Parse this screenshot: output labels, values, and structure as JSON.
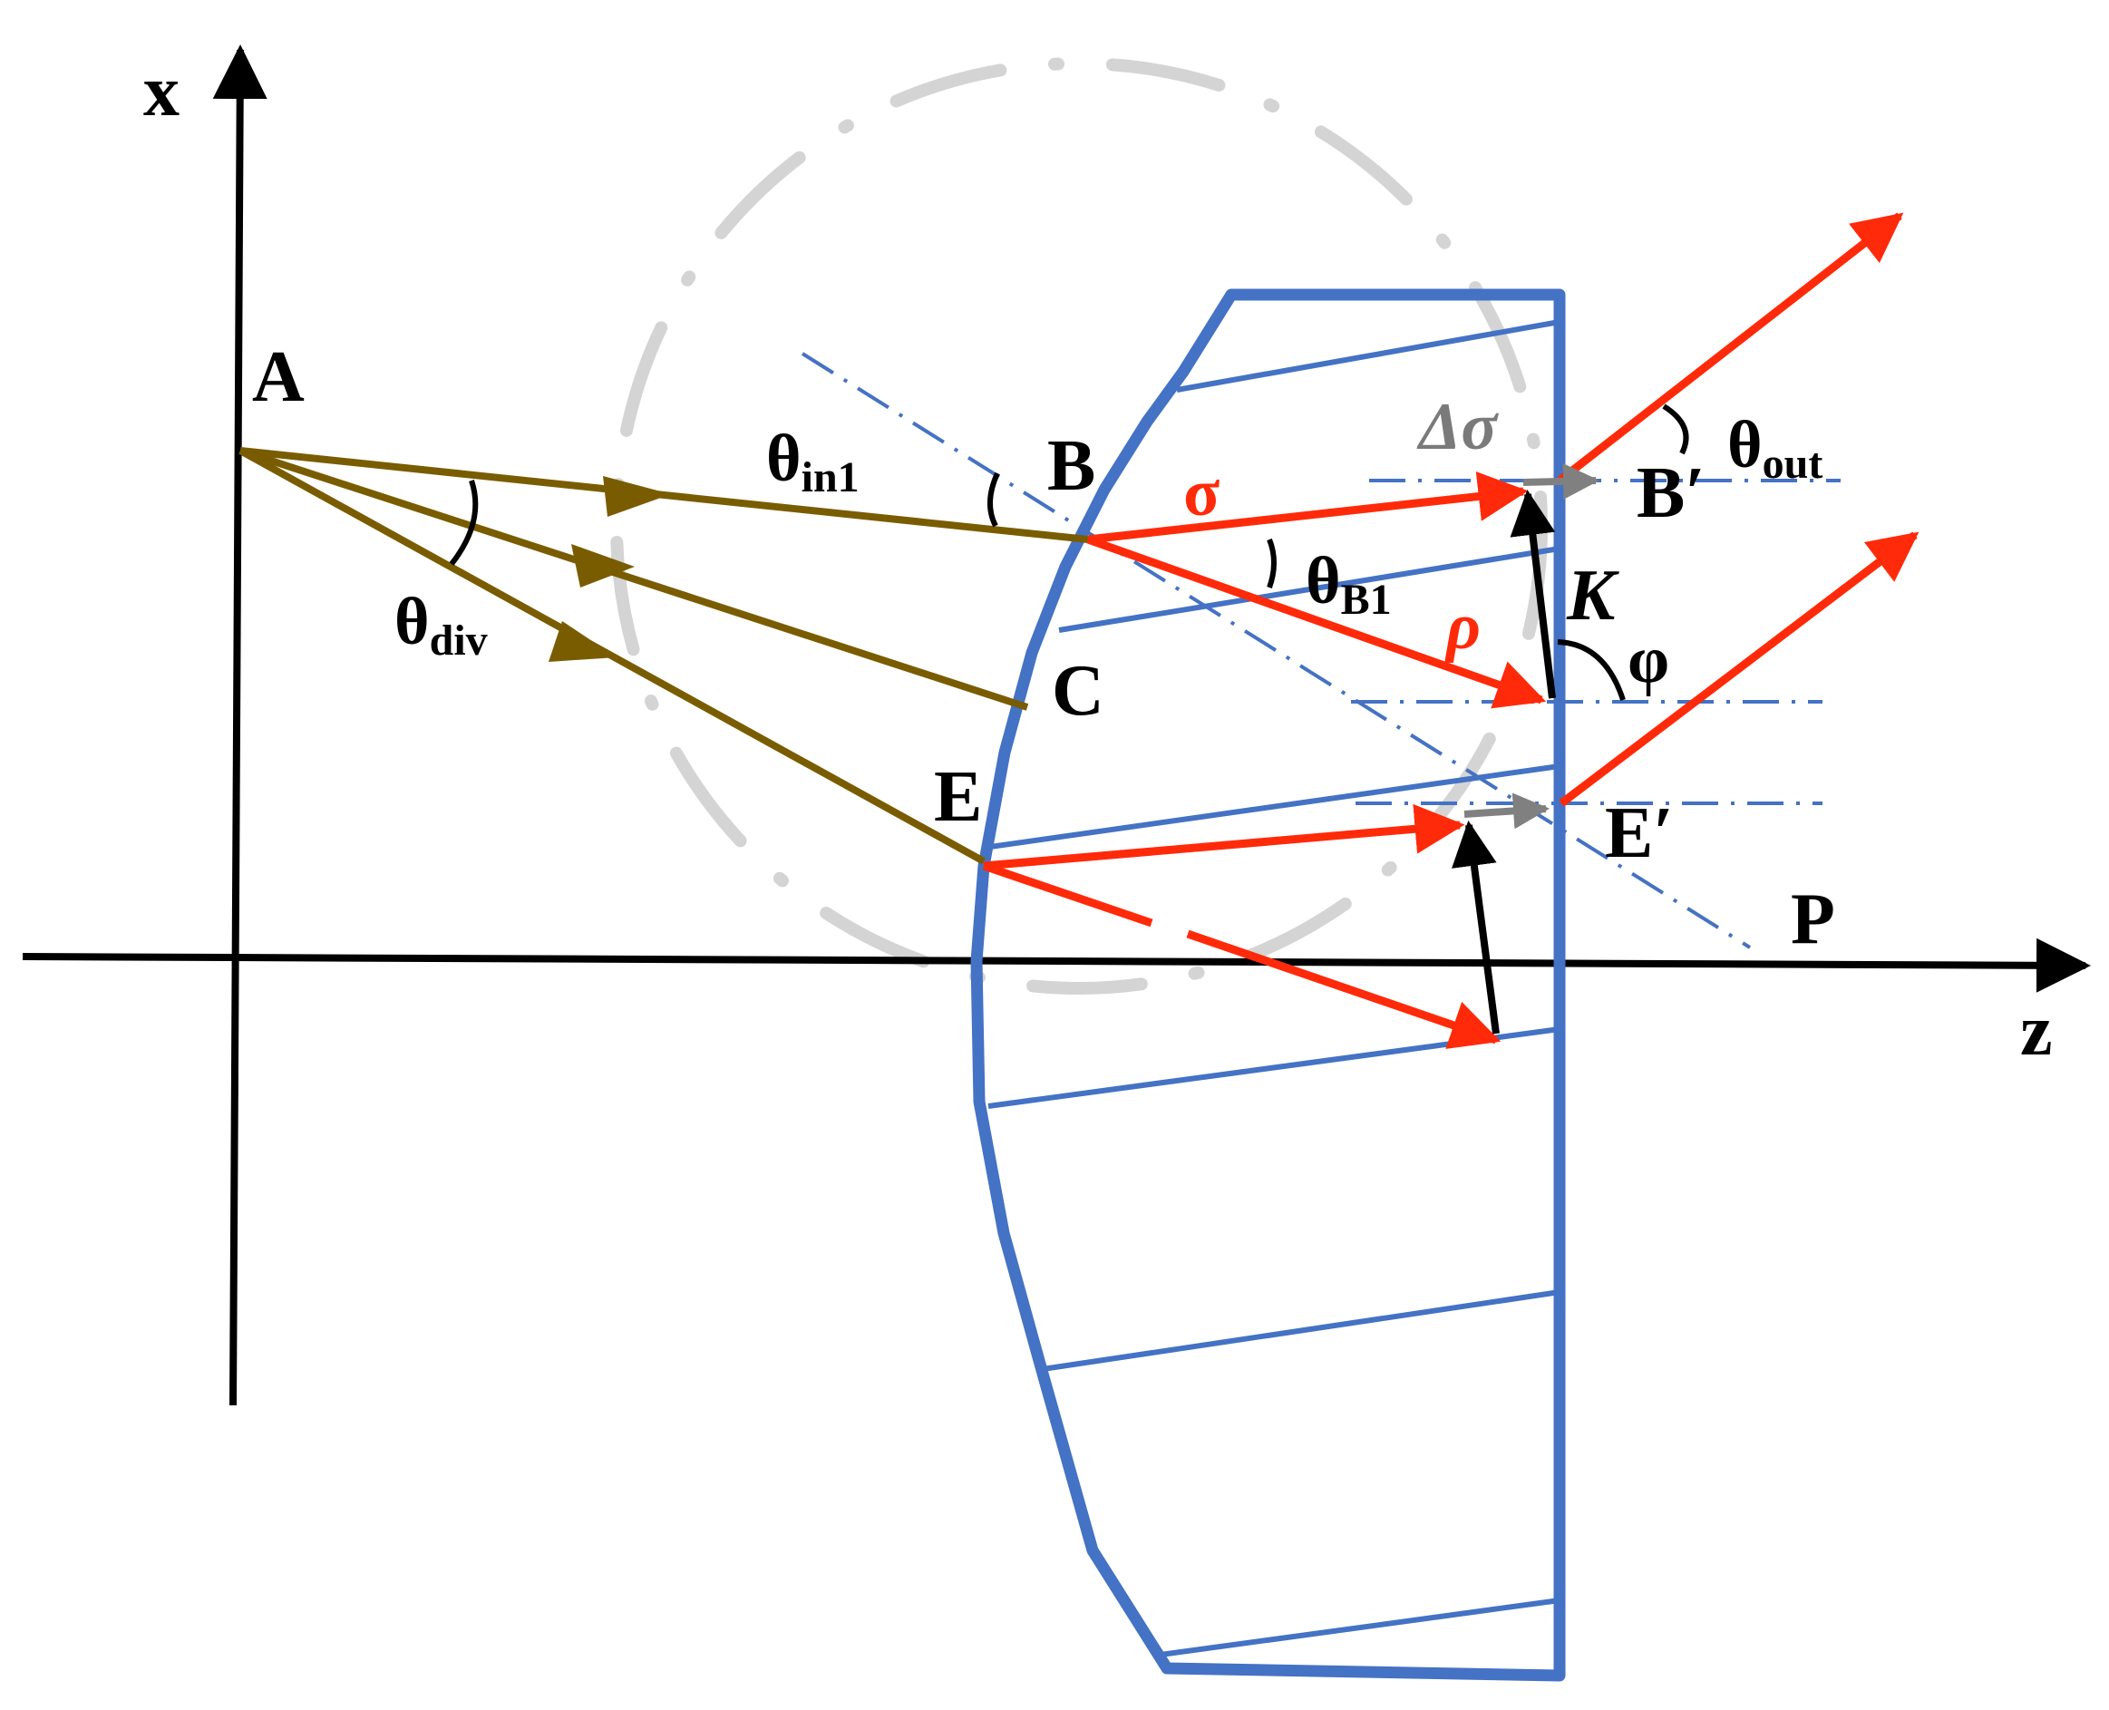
{
  "labels": {
    "x_axis": "x",
    "z_axis": "z",
    "point_a": "A",
    "point_b": "B",
    "point_c": "C",
    "point_e": "E",
    "point_b_prime": "B′",
    "point_e_prime": "E′",
    "point_k": "K",
    "point_p": "P",
    "theta": "θ",
    "theta_in1_sub": "in1",
    "theta_div_sub": "div",
    "theta_b1_sub": "B1",
    "theta_out_sub": "out",
    "sigma": "σ",
    "rho": "ρ",
    "delta_sigma": "Δσ",
    "phi": "φ"
  },
  "colors": {
    "axis": "#000000",
    "incident_ray": "#7a5c00",
    "refracted_ray": "#ff2a0a",
    "crystal": "#4472c4",
    "dashed_circle": "#d4d4d4",
    "walkoff_arrow": "#808080",
    "k_vector": "#000000"
  }
}
